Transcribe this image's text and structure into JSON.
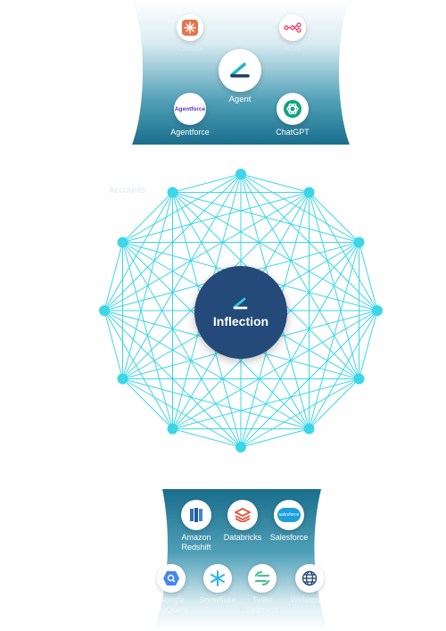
{
  "top_tools": {
    "claude": "Claude",
    "n8n": "N8N",
    "agent": "Agent",
    "agentforce": "Agentforce",
    "agentforce_logo": "Agentforce",
    "chatgpt": "ChatGPT"
  },
  "center": {
    "label": "Inflection"
  },
  "ghost_label": "Accounts",
  "bottom_sources": {
    "amazon_redshift": "Amazon\nRedshift",
    "databricks": "Databricks",
    "salesforce": "Salesforce",
    "salesforce_logo": "salesforce",
    "google_bigquery": "Google\nBigQuery",
    "snowflake": "Snowflake",
    "segment": "Twilio\nSegment",
    "webhooks": "Webhooks"
  },
  "colors": {
    "panel_top": "#ffffff",
    "panel_bottom": "#1a6e8c",
    "mesh": "#3cd6e6",
    "center": "#234a78"
  },
  "icons": {
    "claude": "claude-sunburst-icon",
    "n8n": "n8n-nodes-icon",
    "agent": "inflection-mark-icon",
    "chatgpt": "openai-knot-icon",
    "redshift": "redshift-icon",
    "databricks": "databricks-layers-icon",
    "salesforce": "salesforce-cloud-icon",
    "bigquery": "bigquery-icon",
    "snowflake": "snowflake-icon",
    "segment": "segment-icon",
    "webhooks": "globe-icon"
  }
}
